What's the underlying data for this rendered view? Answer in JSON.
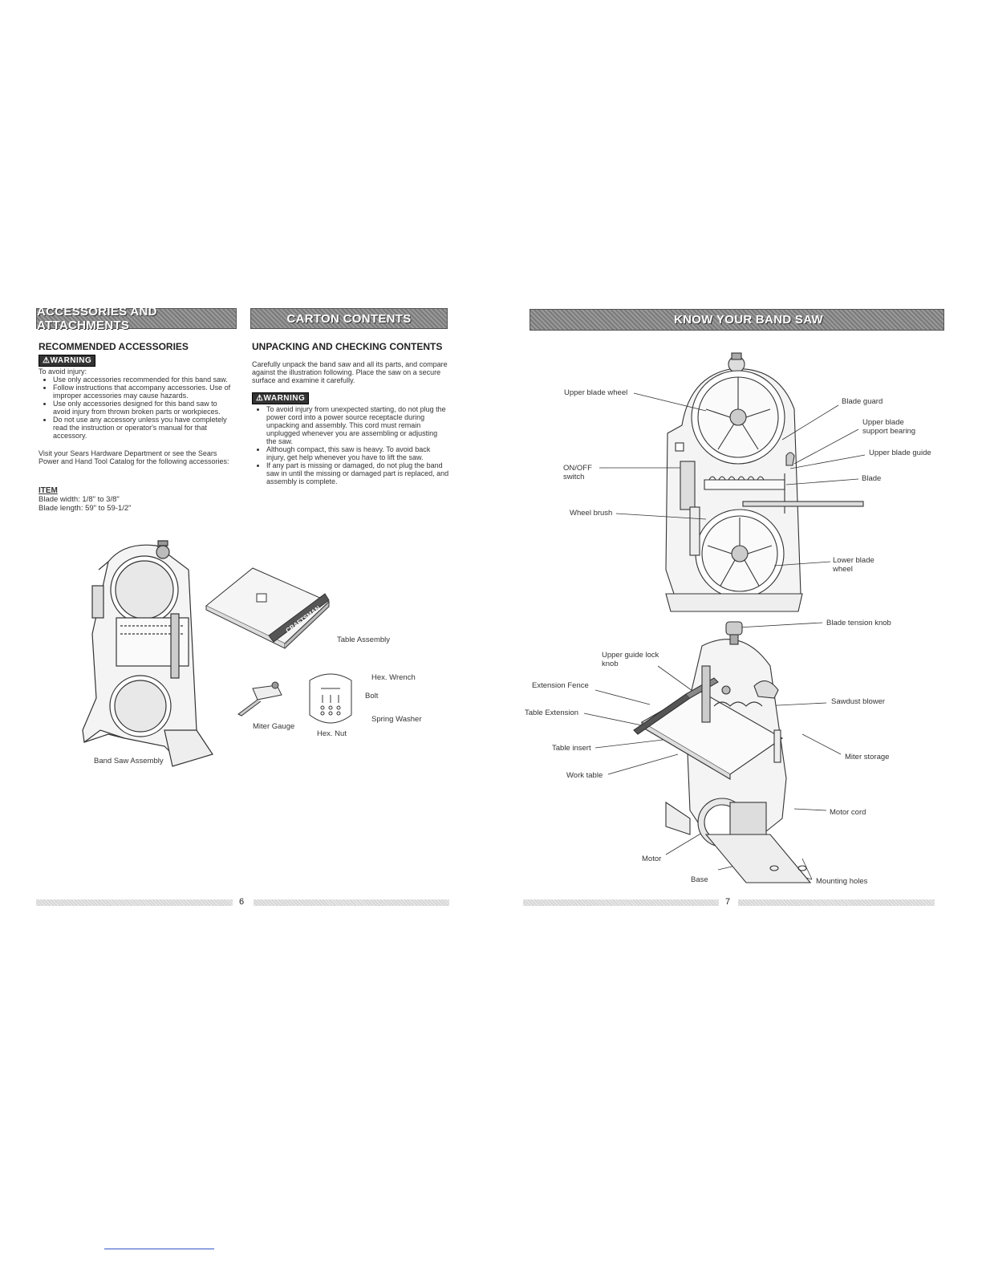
{
  "left_page": {
    "banner_accessories": "ACCESSORIES AND ATTACHMENTS",
    "banner_carton": "CARTON CONTENTS",
    "recommended": {
      "title": "RECOMMENDED ACCESSORIES",
      "warning": "WARNING",
      "intro": "To avoid injury:",
      "bullets": [
        "Use only accessories recommended for this band saw.",
        "Follow instructions that accompany accessories. Use of improper accessories may cause hazards.",
        "Use only accessories designed for this band saw to avoid injury from thrown broken parts or workpieces.",
        "Do not use any accessory unless you have completely read the instruction or operator's manual for that accessory."
      ],
      "visit": "Visit your Sears Hardware Department or see the Sears Power and Hand Tool Catalog for the following accessories:",
      "item_heading": "ITEM",
      "blade_width": "Blade width: 1/8\" to 3/8\"",
      "blade_length": "Blade length: 59\" to 59-1/2\""
    },
    "unpacking": {
      "title": "UNPACKING AND CHECKING CONTENTS",
      "intro": "Carefully unpack the band saw and all its parts, and compare against the illustration following. Place the saw on a secure surface and examine it carefully.",
      "warning": "WARNING",
      "bullets": [
        "To avoid injury from unexpected starting, do not plug the power cord into a power source receptacle during unpacking and assembly. This cord must remain unplugged whenever you are assembling or adjusting the saw.",
        "Although compact, this saw is heavy. To avoid back injury, get help whenever you have to lift the saw.",
        "If any part is missing or damaged, do not plug the band saw in until the missing or damaged part is replaced, and assembly is complete."
      ]
    },
    "parts_labels": {
      "table_assembly": "Table Assembly",
      "hex_wrench": "Hex. Wrench",
      "bolt": "Bolt",
      "spring_washer": "Spring Washer",
      "hex_nut": "Hex. Nut",
      "miter_gauge": "Miter Gauge",
      "band_saw_assembly": "Band Saw Assembly",
      "table_brand": "CRAFTSMAN"
    },
    "page_number": "6"
  },
  "right_page": {
    "banner": "KNOW YOUR BAND SAW",
    "top_labels": {
      "upper_blade_wheel": "Upper blade wheel",
      "blade_guard": "Blade guard",
      "upper_blade_support_bearing": "Upper blade\nsupport bearing",
      "upper_blade_guide": "Upper blade guide",
      "blade": "Blade",
      "on_off_switch": "ON/OFF\nswitch",
      "wheel_brush": "Wheel brush",
      "lower_blade_wheel": "Lower blade\nwheel"
    },
    "bottom_labels": {
      "blade_tension_knob": "Blade tension knob",
      "upper_guide_lock_knob": "Upper guide lock\nknob",
      "extension_fence": "Extension Fence",
      "table_extension": "Table Extension",
      "table_insert": "Table insert",
      "work_table": "Work table",
      "sawdust_blower": "Sawdust blower",
      "miter_storage": "Miter storage",
      "motor_cord": "Motor cord",
      "motor": "Motor",
      "base": "Base",
      "mounting_holes": "Mounting holes"
    },
    "page_number": "7"
  }
}
